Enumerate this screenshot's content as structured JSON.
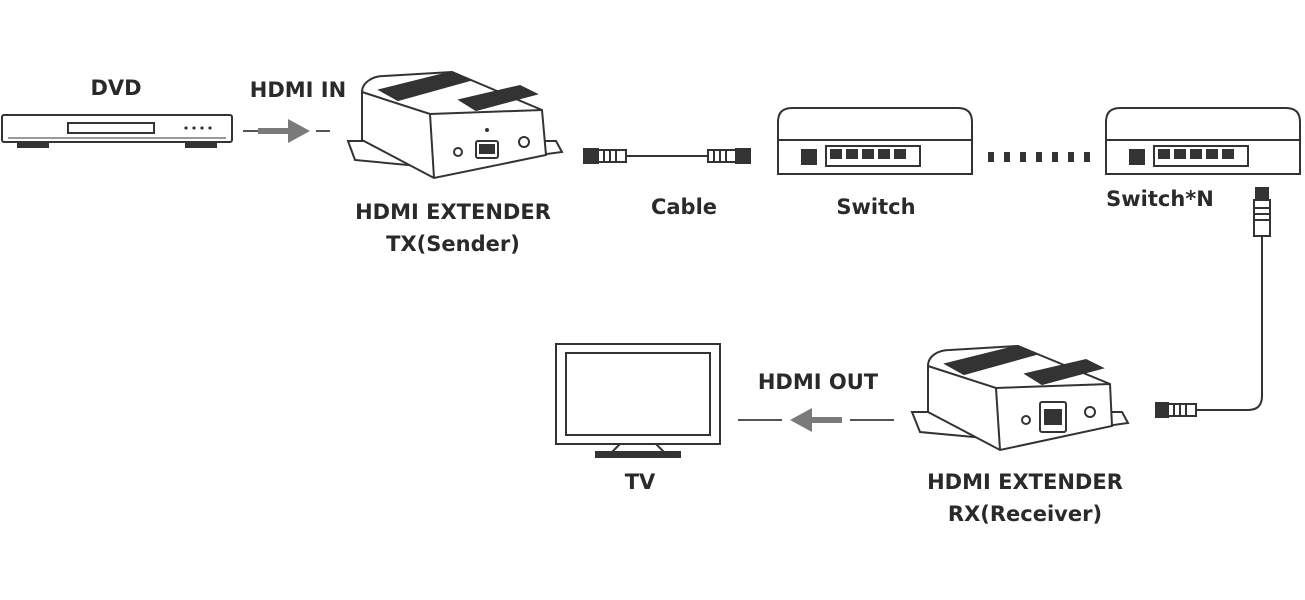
{
  "labels": {
    "dvd": "DVD",
    "hdmi_in": "HDMI IN",
    "tx_line1": "HDMI EXTENDER",
    "tx_line2": "TX(Sender)",
    "cable": "Cable",
    "switch": "Switch",
    "switch_n": "Switch*N",
    "hdmi_out": "HDMI OUT",
    "tv": "TV",
    "rx_line1": "HDMI EXTENDER",
    "rx_line2": "RX(Receiver)"
  },
  "colors": {
    "stroke": "#333333",
    "arrow": "#7a7a7a",
    "device_fill": "#ffffff"
  }
}
